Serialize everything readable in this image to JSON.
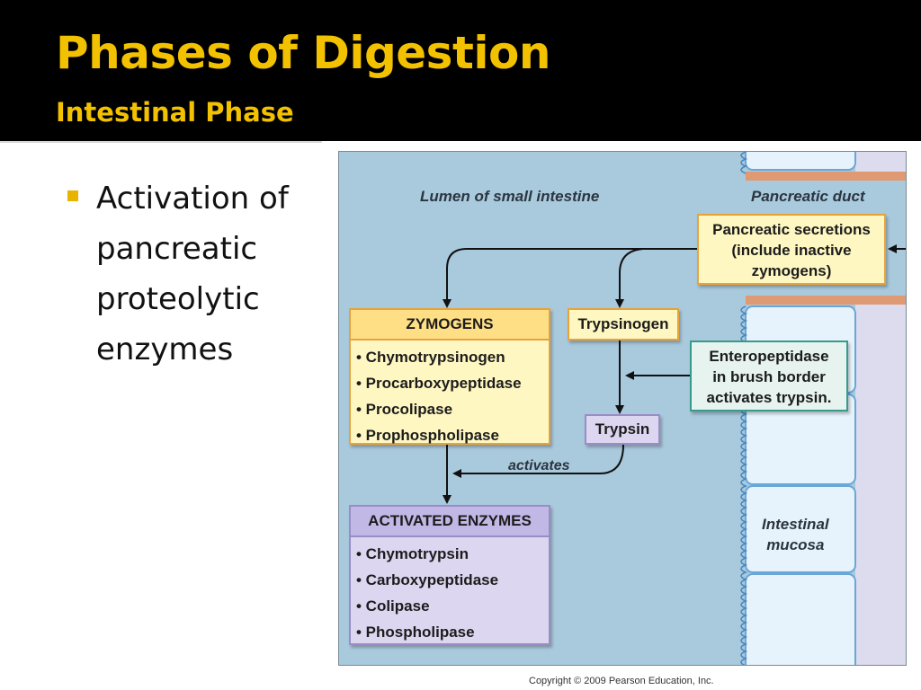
{
  "slide": {
    "title": "Phases of Digestion",
    "subtitle": "Intestinal Phase",
    "bullet": "Activation of pancreatic proteolytic enzymes",
    "copyright": "Copyright © 2009 Pearson Education, Inc."
  },
  "diagram": {
    "lumen_label": "Lumen of small intestine",
    "duct_label": "Pancreatic duct",
    "mucosa_label": [
      "Intestinal",
      "mucosa"
    ],
    "secretions": [
      "Pancreatic secretions",
      "(include inactive",
      "zymogens)"
    ],
    "zymogens": {
      "header": "ZYMOGENS",
      "items": [
        "• Chymotrypsinogen",
        "• Procarboxypeptidase",
        "• Procolipase",
        "• Prophospholipase"
      ]
    },
    "trypsinogen": "Trypsinogen",
    "enteropeptidase": [
      "Enteropeptidase",
      "in brush border",
      "activates trypsin."
    ],
    "trypsin": "Trypsin",
    "activates_label": "activates",
    "activated": {
      "header": "ACTIVATED ENZYMES",
      "items": [
        "• Chymotrypsin",
        "• Carboxypeptidase",
        "• Colipase",
        "• Phospholipase"
      ]
    }
  },
  "colors": {
    "header_bg": "#000000",
    "title": "#f2c100",
    "lumen_bg": "#a9c9dc",
    "cells": "#e7f3fc",
    "duct": "#e09a73"
  }
}
